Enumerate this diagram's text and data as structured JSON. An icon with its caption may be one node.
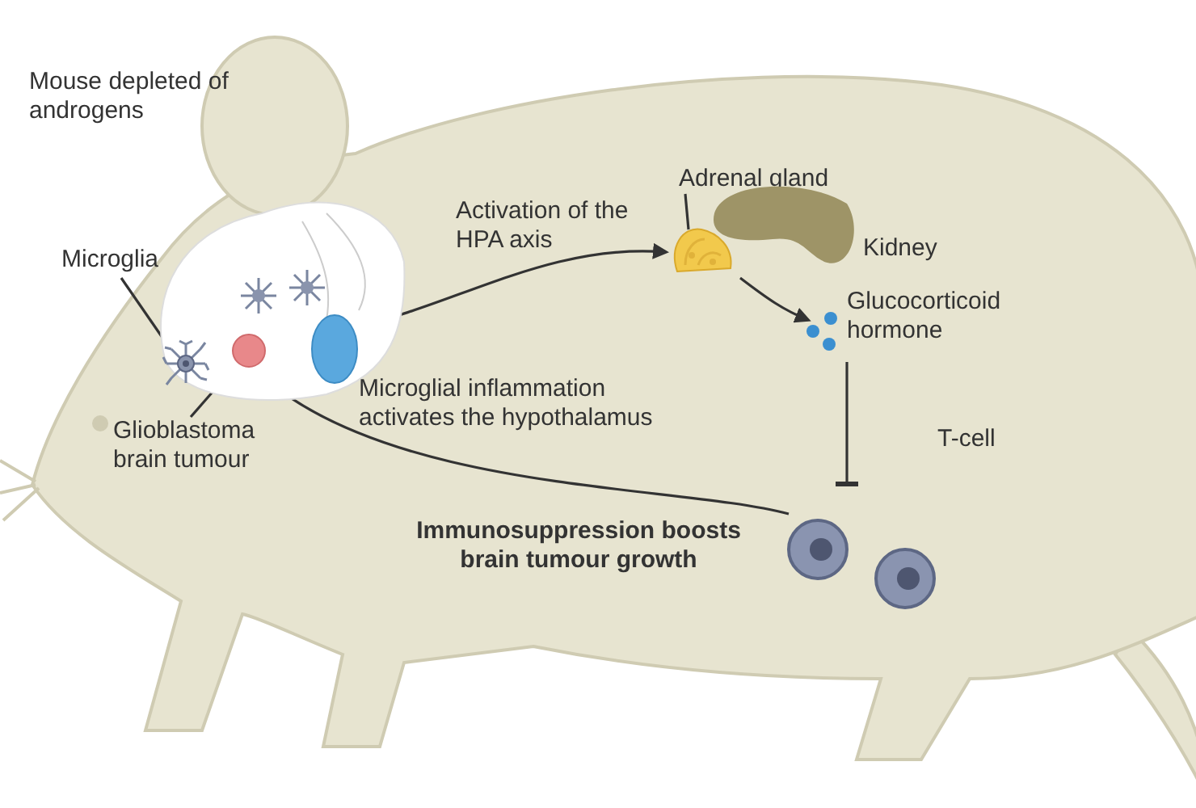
{
  "diagram": {
    "nodes": [
      {
        "text": [],
        "shape": "picture"
      },
      {
        "text": [
          "Microglia"
        ]
      },
      {
        "text": [],
        "shape": "picture",
        "in": 0
      },
      {
        "text": [
          "Glioblastoma brain tumour"
        ]
      },
      {
        "text": [],
        "shape": "circle",
        "in": 0
      },
      {
        "text": [],
        "shape": "ellipse",
        "in": 0,
        "beside": [
          "Microglial inflammation activates the hypothalamus"
        ]
      },
      {
        "text": [
          "Adrenal gland"
        ]
      },
      {
        "text": [],
        "shape": "picture"
      },
      {
        "text": [],
        "shape": "picture",
        "beside": [
          "Kidney"
        ]
      },
      {
        "text": [],
        "shape": "picture",
        "beside": [
          "Glucocorticoid hormone"
        ]
      },
      {
        "text": [],
        "shape": "picture",
        "beside": [
          "T-cell"
        ]
      }
    ],
    "edges": [
      {
        "from": 1,
        "to": 2,
        "arrow": "none"
      },
      {
        "from": 3,
        "to": 4,
        "arrow": "none"
      },
      {
        "from": 6,
        "to": 7,
        "arrow": "none"
      },
      {
        "from": 5,
        "to": 7,
        "arrow": "to",
        "label": "Activation of the HPA axis"
      },
      {
        "from": 7,
        "to": 9,
        "arrow": "to"
      },
      {
        "from": 9,
        "to": 10,
        "arrow": "other"
      },
      {
        "from": 10,
        "to": 4,
        "arrow": "to",
        "label": "Immunosuppression boosts brain tumour growth"
      }
    ],
    "labels": [
      "Mouse depleted of androgens"
    ]
  }
}
